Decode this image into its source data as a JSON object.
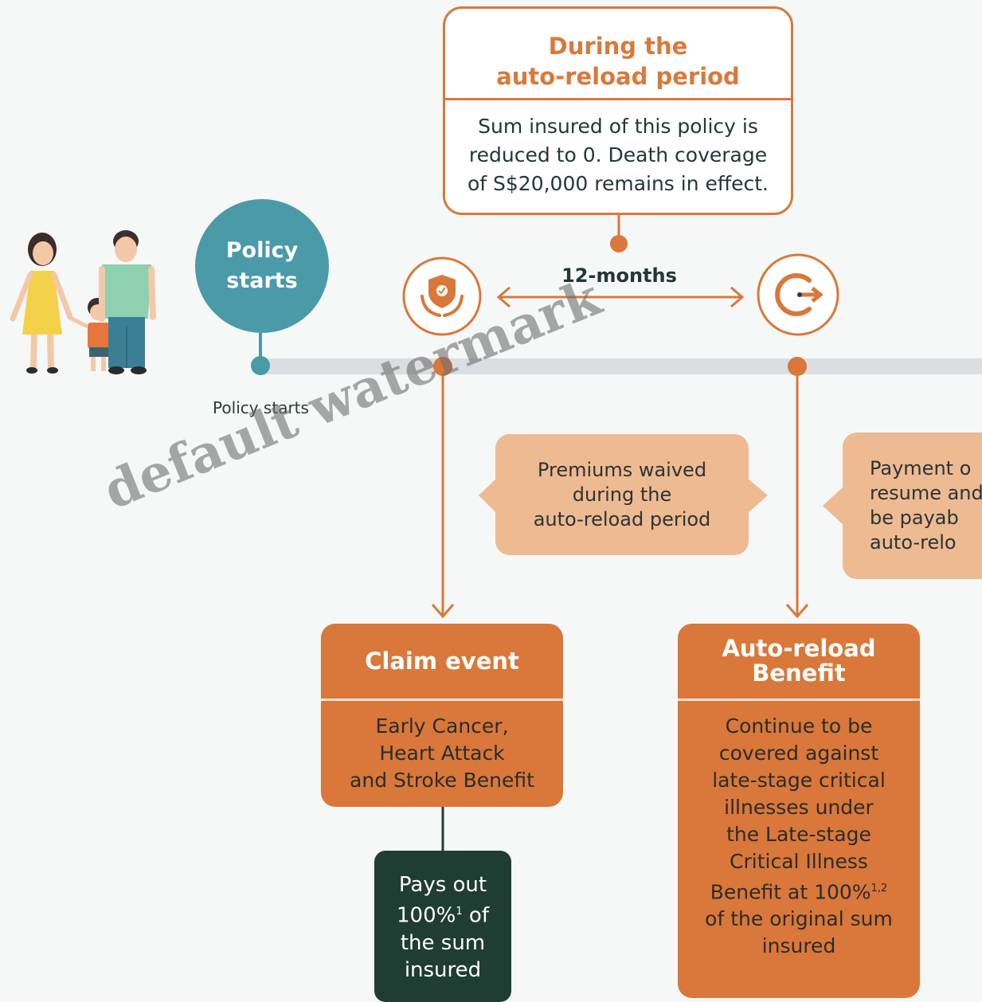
{
  "period_box": {
    "title_line1": "During the",
    "title_line2": "auto-reload period",
    "text_line1": "Sum insured of this policy is",
    "text_line2": "reduced to 0. Death coverage",
    "text_line3": "of S$20,000 remains in effect."
  },
  "policy_circle": {
    "line1": "Policy",
    "line2": "starts"
  },
  "timeline": {
    "start_label": "Policy starts",
    "duration_label": "12-months"
  },
  "callouts": {
    "waived": {
      "line1": "Premiums waived",
      "line2": "during the",
      "line3": "auto-reload period"
    },
    "resume": {
      "line1": "Payment o",
      "line2": "resume and",
      "line3": "be payab",
      "line4": "auto-relo"
    }
  },
  "claim_box": {
    "title": "Claim event",
    "body_line1": "Early Cancer,",
    "body_line2": "Heart Attack",
    "body_line3": "and Stroke Benefit"
  },
  "pays_box": {
    "line1": "Pays out",
    "line2_value": "100%",
    "line2_sup": "1",
    "line2_rest": " of",
    "line3": "the sum",
    "line4": "insured"
  },
  "reload_box": {
    "title_line1": "Auto-reload",
    "title_line2": "Benefit",
    "body_line1": "Continue to be",
    "body_line2": "covered against",
    "body_line3": "late-stage critical",
    "body_line4": "illnesses under",
    "body_line5": "the Late-stage",
    "body_line6": "Critical Illness",
    "body_line7": "Benefit at 100%",
    "body_line7_sup": "1,2",
    "body_line8": "of the original sum",
    "body_line9": "insured"
  },
  "watermark": "default watermark",
  "colors": {
    "orange": "#d9783a",
    "teal": "#4a9aa8",
    "callout": "#eeba92",
    "dark_green": "#1f3d32",
    "timeline": "#dcdde0"
  },
  "icons": [
    "family-illustration",
    "shield-hands-icon",
    "exit-arrow-icon",
    "double-arrow-icon"
  ]
}
